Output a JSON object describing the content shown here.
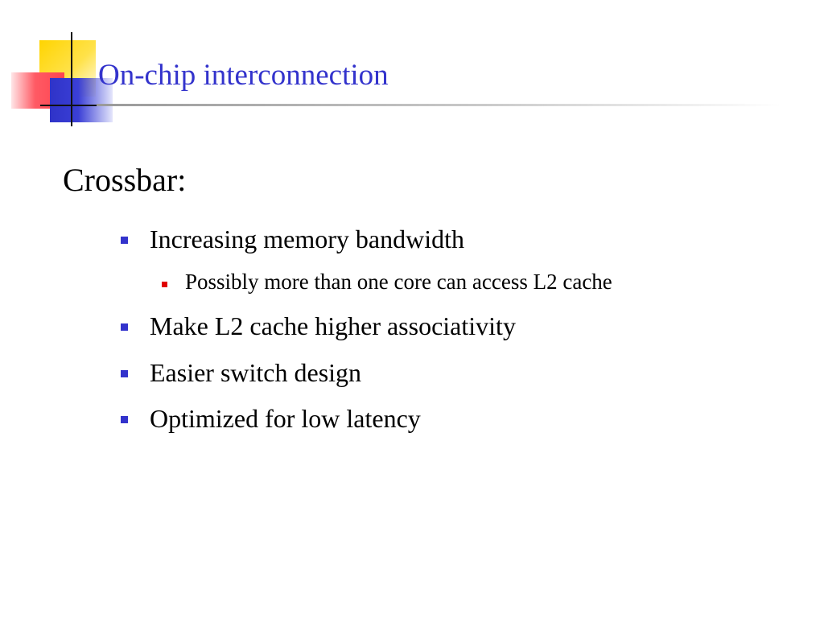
{
  "slide": {
    "title": "On-chip interconnection",
    "heading": "Crossbar:",
    "bullets": [
      {
        "text": "Increasing memory bandwidth",
        "level": 1
      },
      {
        "text": "Possibly more than one core can access L2 cache",
        "level": 2
      },
      {
        "text": "Make L2 cache higher associativity",
        "level": 1
      },
      {
        "text": "Easier switch design",
        "level": 1
      },
      {
        "text": "Optimized for low latency",
        "level": 1
      }
    ]
  },
  "colors": {
    "title": "#3333cc",
    "bullet_level1": "#3333cc",
    "bullet_level2": "#e00000",
    "logo_yellow": "#ffd400",
    "logo_red": "#ff4450",
    "logo_blue": "#2f33c8"
  }
}
